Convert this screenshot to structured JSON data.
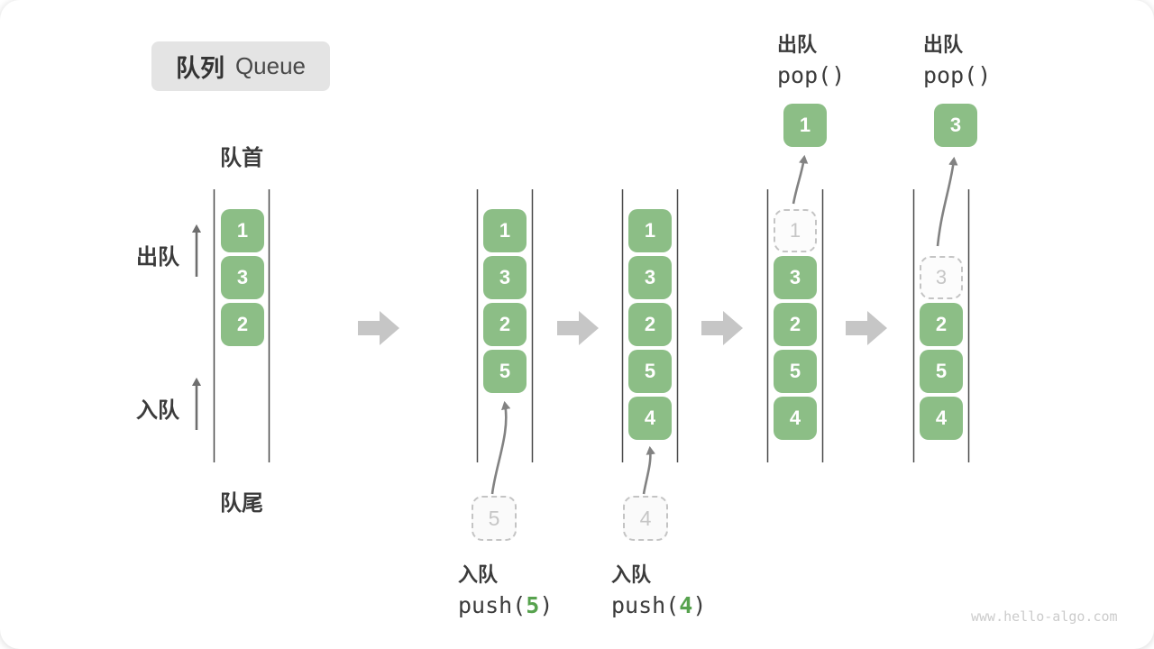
{
  "title": {
    "zh": "队列",
    "en": "Queue"
  },
  "side_labels": {
    "front": "队首",
    "rear": "队尾",
    "dequeue": "出队",
    "enqueue": "入队"
  },
  "states": [
    {
      "boxes": [
        "1",
        "3",
        "2"
      ]
    },
    {
      "boxes": [
        "1",
        "3",
        "2",
        "5"
      ],
      "incoming": "5",
      "op": {
        "label": "入队",
        "fn_open": "push(",
        "arg": "5",
        "fn_close": ")"
      }
    },
    {
      "boxes": [
        "1",
        "3",
        "2",
        "5",
        "4"
      ],
      "incoming": "4",
      "op": {
        "label": "入队",
        "fn_open": "push(",
        "arg": "4",
        "fn_close": ")"
      }
    },
    {
      "ghost": "1",
      "boxes": [
        "3",
        "2",
        "5",
        "4"
      ],
      "popped": "1",
      "op": {
        "label": "出队",
        "fn": "pop()"
      }
    },
    {
      "ghost": "3",
      "boxes": [
        "2",
        "5",
        "4"
      ],
      "popped": "3",
      "op": {
        "label": "出队",
        "fn": "pop()"
      }
    }
  ],
  "watermark": "www.hello-algo.com",
  "colors": {
    "box_green": "#8cbe86",
    "arg_green": "#57a24e",
    "badge_bg": "#e4e4e4",
    "block_arrow": "#c6c6c6",
    "rail": "#4a4a4a",
    "ghost": "#c6c6c6",
    "text_dark": "#3b3b3b",
    "watermark": "#cbcbcb"
  }
}
